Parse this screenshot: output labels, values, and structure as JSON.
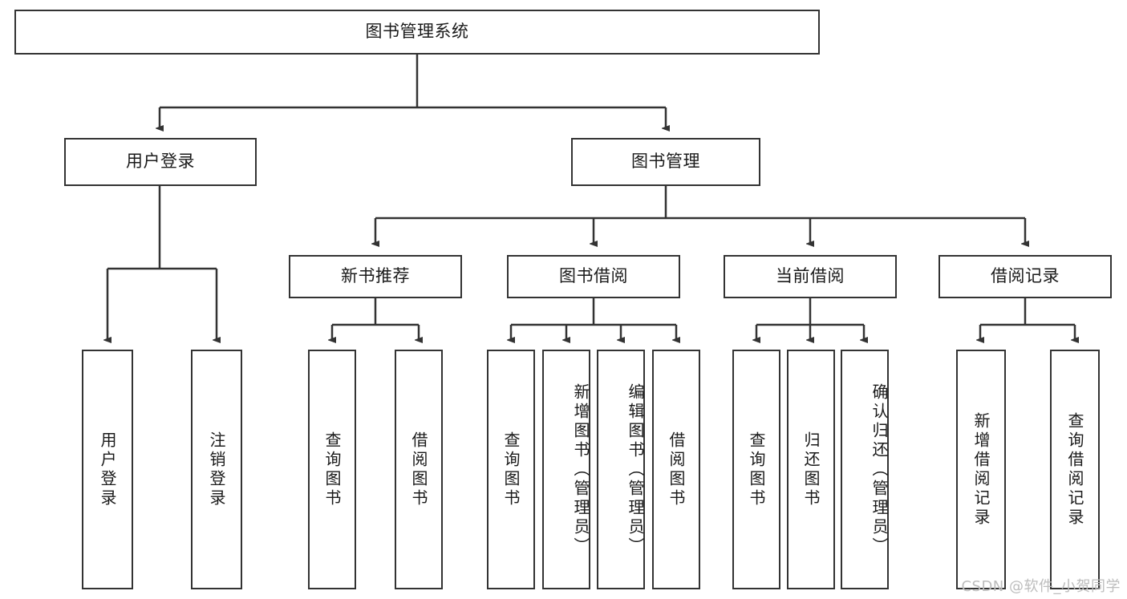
{
  "diagram": {
    "title_node": {
      "label": "图书管理系统"
    },
    "level2": [
      {
        "id": "user-login",
        "label": "用户登录"
      },
      {
        "id": "book-manage",
        "label": "图书管理"
      }
    ],
    "level3": [
      {
        "id": "new-book-recommend",
        "label": "新书推荐"
      },
      {
        "id": "book-borrow",
        "label": "图书借阅"
      },
      {
        "id": "current-borrow",
        "label": "当前借阅"
      },
      {
        "id": "borrow-record",
        "label": "借阅记录"
      }
    ],
    "leaves": {
      "user_login": [
        {
          "id": "leaf-user-login",
          "label": "用户登录"
        },
        {
          "id": "leaf-logout-login",
          "label": "注销登录"
        }
      ],
      "new_book_recommend": [
        {
          "id": "leaf-query-book-1",
          "label": "查询图书"
        },
        {
          "id": "leaf-borrow-book-1",
          "label": "借阅图书"
        }
      ],
      "book_borrow": [
        {
          "id": "leaf-query-book-2",
          "label": "查询图书"
        },
        {
          "id": "leaf-add-book",
          "label": "新增图书（管理员）"
        },
        {
          "id": "leaf-edit-book",
          "label": "编辑图书（管理员）"
        },
        {
          "id": "leaf-borrow-book-2",
          "label": "借阅图书"
        }
      ],
      "current_borrow": [
        {
          "id": "leaf-query-book-3",
          "label": "查询图书"
        },
        {
          "id": "leaf-return-book",
          "label": "归还图书"
        },
        {
          "id": "leaf-confirm-return",
          "label": "确认归还（管理员）"
        }
      ],
      "borrow_record": [
        {
          "id": "leaf-add-record",
          "label": "新增借阅记录"
        },
        {
          "id": "leaf-query-record",
          "label": "查询借阅记录"
        }
      ]
    }
  },
  "watermark": {
    "text": "CSDN @软件_小贺同学"
  },
  "colors": {
    "stroke": "#333333",
    "background": "#ffffff",
    "text": "#1a1a1a",
    "watermark": "#bdbdbd"
  }
}
